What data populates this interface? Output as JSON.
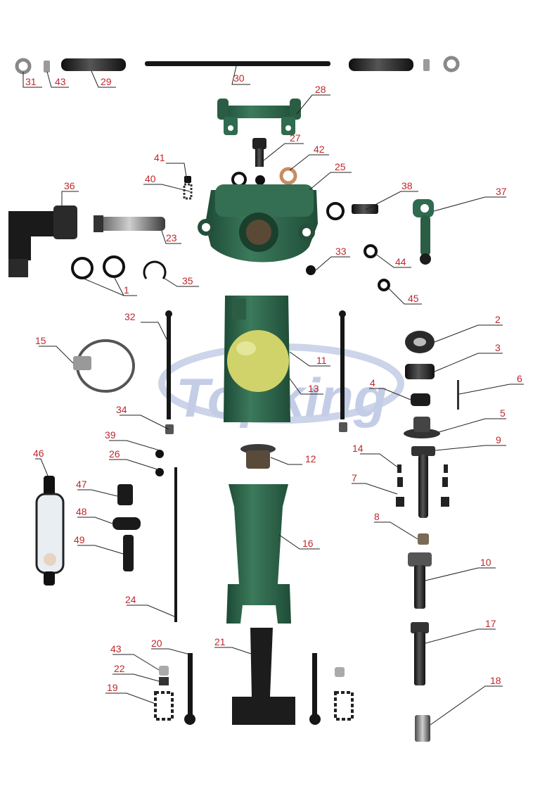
{
  "watermark": {
    "text": "Topking"
  },
  "colors": {
    "label": "#c0262c",
    "casting": "#2f6b4e",
    "metal": "#1c1c1c",
    "bulb": "#cfd36a"
  },
  "labels": {
    "p1": "1",
    "p2": "2",
    "p3": "3",
    "p4": "4",
    "p5": "5",
    "p6": "6",
    "p7": "7",
    "p8": "8",
    "p9": "9",
    "p10": "10",
    "p11": "11",
    "p12": "12",
    "p13": "13",
    "p14": "14",
    "p15": "15",
    "p16": "16",
    "p17": "17",
    "p18": "18",
    "p19": "19",
    "p20": "20",
    "p21": "21",
    "p22": "22",
    "p23": "23",
    "p24": "24",
    "p25": "25",
    "p26": "26",
    "p27": "27",
    "p28": "28",
    "p29": "29",
    "p30": "30",
    "p31": "31",
    "p32": "32",
    "p33": "33",
    "p34": "34",
    "p35": "35",
    "p36": "36",
    "p37": "37",
    "p38": "38",
    "p39": "39",
    "p40": "40",
    "p41": "41",
    "p42": "42",
    "p43a": "43",
    "p43b": "43",
    "p44": "44",
    "p45": "45",
    "p46": "46",
    "p47": "47",
    "p48": "48",
    "p49": "49"
  }
}
